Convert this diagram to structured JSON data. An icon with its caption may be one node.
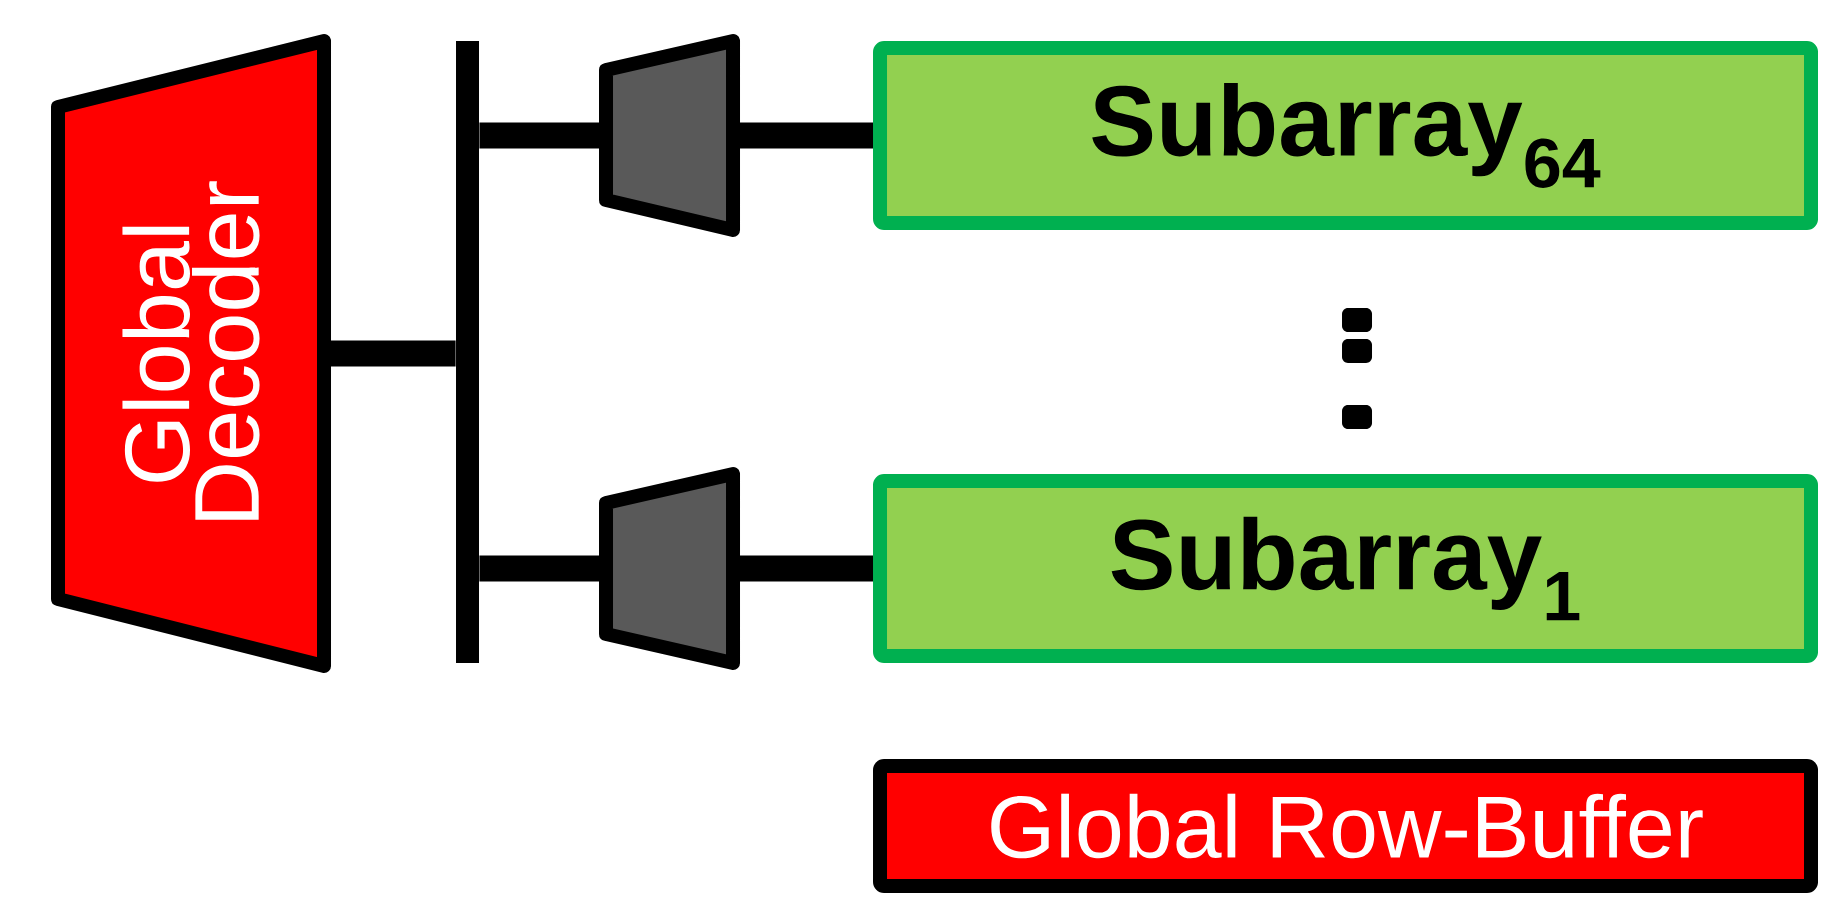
{
  "diagram": {
    "nodes": [
      {
        "text": [
          "Global Decoder"
        ]
      },
      {
        "text": [],
        "shape": "bar"
      },
      {
        "text": [],
        "shape": "trapezoid"
      },
      {
        "text": [
          "Subarray$_{64}$"
        ]
      },
      {
        "text": [],
        "shape": "trapezoid"
      },
      {
        "text": [
          "Subarray$_{1}$"
        ]
      },
      {
        "text": [
          "Global Row-Buffer"
        ]
      }
    ],
    "edges": [
      {
        "from": 0,
        "to": 1,
        "arrow": "none"
      },
      {
        "from": 1,
        "to": 2,
        "arrow": "none"
      },
      {
        "from": 2,
        "to": 3,
        "arrow": "none"
      },
      {
        "from": 1,
        "to": 4,
        "arrow": "none"
      },
      {
        "from": 4,
        "to": 5,
        "arrow": "none"
      }
    ]
  }
}
